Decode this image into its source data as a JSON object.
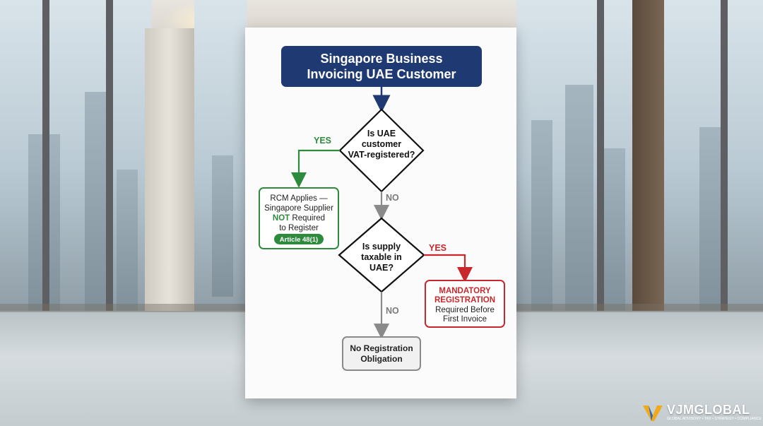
{
  "start_node": {
    "line1": "Singapore Business",
    "line2": "Invoicing UAE Customer"
  },
  "decision1": {
    "line1": "Is UAE",
    "line2": "customer",
    "line3": "VAT-registered?"
  },
  "decision1_yes": "YES",
  "decision1_no": "NO",
  "rcm_node": {
    "line1": "RCM Applies —",
    "line2": "Singapore Supplier",
    "line3_bold": "NOT",
    "line3_rest": " Required",
    "line4": "to Register",
    "badge": "Article 48(1)"
  },
  "decision2": {
    "line1": "Is supply",
    "line2": "taxable in",
    "line3": "UAE?"
  },
  "decision2_yes": "YES",
  "decision2_no": "NO",
  "mandatory_node": {
    "line1": "MANDATORY",
    "line2": "REGISTRATION",
    "line3": "Required Before",
    "line4": "First Invoice"
  },
  "no_reg_node": {
    "line1": "No Registration",
    "line2": "Obligation"
  },
  "logo": {
    "name": "VJMGLOBAL",
    "tagline": "GLOBAL ADVISORY • TAX • STRATEGY • COMPLIANCE"
  },
  "colors": {
    "navy": "#1f3a73",
    "green": "#2e8b3e",
    "red": "#c8282c",
    "gray": "#8a8a8a",
    "gold": "#f2a91c"
  }
}
